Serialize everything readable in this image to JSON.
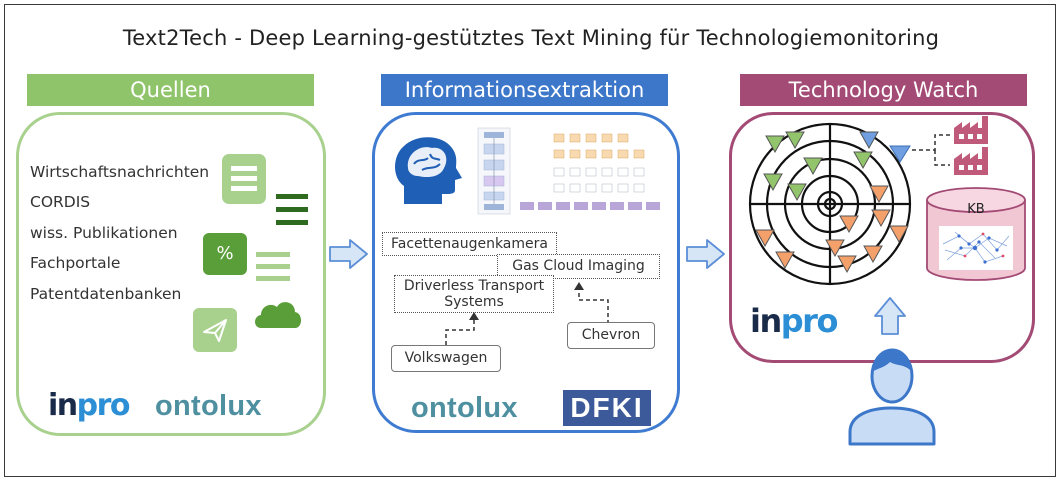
{
  "title": "Text2Tech - Deep Learning-gestütztes Text Mining für Technologiemonitoring",
  "columns": {
    "quellen": {
      "label": "Quellen",
      "items": [
        "Wirtschaftsnachrichten",
        "CORDIS",
        "wiss. Publikationen",
        "Fachportale",
        "Patentdatenbanken"
      ],
      "percent_symbol": "%",
      "logos": {
        "inpro": "inpro",
        "ontolux": "ontolux"
      }
    },
    "informationsextraktion": {
      "label": "Informationsextraktion",
      "extractions": [
        "Facettenaugenkamera",
        "Gas Cloud Imaging",
        "Driverless Transport Systems"
      ],
      "entities": [
        "Volkswagen",
        "Chevron"
      ],
      "logos": {
        "ontolux": "ontolux",
        "dfki": "DFKI"
      }
    },
    "technology_watch": {
      "label": "Technology Watch",
      "kb_label": "KB",
      "logos": {
        "inpro": "inpro"
      }
    }
  },
  "colors": {
    "quellen": "#8fc46a",
    "informationsextraktion": "#3d77c9",
    "technology_watch": "#a34b74",
    "icon_dark_green": "#2e6b1f",
    "icon_light_green": "#a9d18e",
    "arrow_fill": "#d6e6f7",
    "arrow_stroke": "#5b8ed6",
    "factory": "#c05a7a",
    "kb_cylinder": "#f2c7d4",
    "person_fill": "#c8dcf5",
    "person_stroke": "#3d77c9"
  },
  "icons": [
    "document-icon",
    "list-icon",
    "percent-icon",
    "send-icon",
    "cloud-icon",
    "brain-head-icon",
    "factory-icon",
    "database-icon",
    "person-icon",
    "arrow-right-icon",
    "arrow-up-icon"
  ]
}
